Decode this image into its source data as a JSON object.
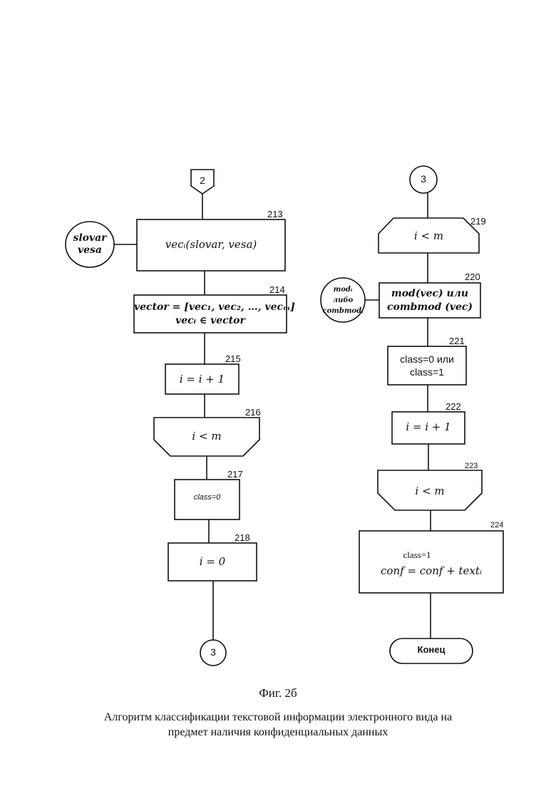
{
  "figure": {
    "caption": "Фиг. 2б",
    "description_line1": "Алгоритм классификации текстовой информации электронного вида на",
    "description_line2": "предмет наличия конфиденциальных данных"
  },
  "left_column": {
    "connector_in": "2",
    "side_input": {
      "line1": "slovar",
      "line2": "vesa"
    },
    "b213": {
      "id": "213",
      "text": "vecᵢ(slovar, vesa)"
    },
    "b214": {
      "id": "214",
      "line1": "vector = [vec₁, vec₂, …, vecₘ]",
      "line2": "vecᵢ ∈ vector"
    },
    "b215": {
      "id": "215",
      "text": "i = i + 1"
    },
    "b216": {
      "id": "216",
      "text": "i < m"
    },
    "b217": {
      "id": "217",
      "text": "class=0"
    },
    "b218": {
      "id": "218",
      "text": "i = 0"
    },
    "connector_out": "3"
  },
  "right_column": {
    "connector_in": "3",
    "b219": {
      "id": "219",
      "text": "i < m"
    },
    "side_input": {
      "line1": "modᵢ",
      "line2": "либо",
      "line3": "combmodᵢ"
    },
    "b220": {
      "id": "220",
      "line1": "mod(vec) или",
      "line2": "combmod (vec)"
    },
    "b221": {
      "id": "221",
      "line1": "class=0 или",
      "line2": "class=1"
    },
    "b222": {
      "id": "222",
      "text": "i = i + 1"
    },
    "b223": {
      "id": "223",
      "text": "i < m"
    },
    "b224": {
      "id": "224",
      "line1": "class=1",
      "line2": "conf = conf + textᵢ"
    },
    "end": "Конец"
  }
}
